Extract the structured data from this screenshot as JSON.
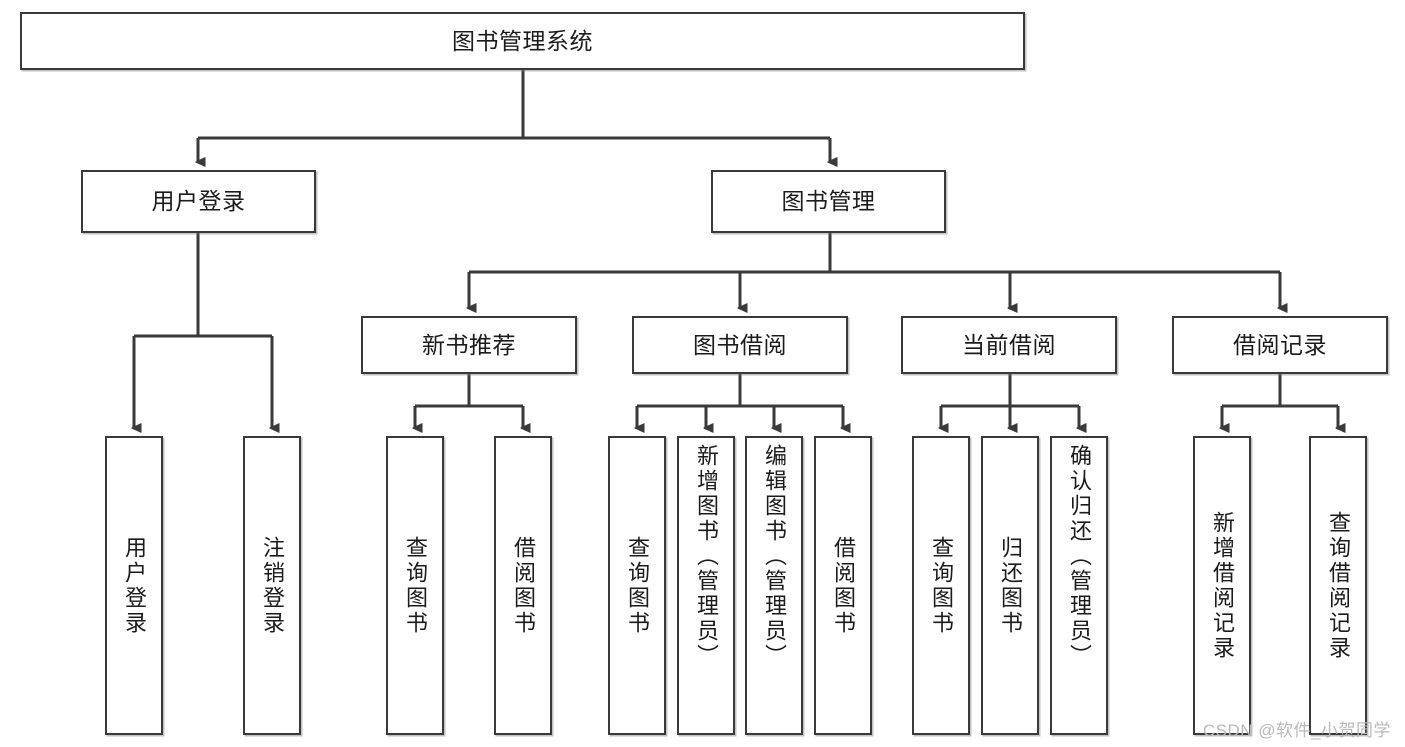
{
  "diagram": {
    "type": "tree",
    "title": "图书管理系统",
    "watermark": "CSDN @软件_小贺同学",
    "colors": {
      "box_border": "#3a3a3a",
      "box_fill": "#ffffff",
      "connector": "#3a3a3a",
      "text": "#1b1b1b",
      "watermark": "#b9b9b9"
    },
    "root": {
      "label": "图书管理系统",
      "orientation": "horizontal"
    },
    "level2": [
      {
        "label": "用户登录",
        "orientation": "horizontal"
      },
      {
        "label": "图书管理",
        "orientation": "horizontal"
      }
    ],
    "level3": [
      {
        "label": "新书推荐",
        "orientation": "horizontal"
      },
      {
        "label": "图书借阅",
        "orientation": "horizontal"
      },
      {
        "label": "当前借阅",
        "orientation": "horizontal"
      },
      {
        "label": "借阅记录",
        "orientation": "horizontal"
      }
    ],
    "leaves": {
      "user_login": [
        {
          "label": "用户登录",
          "orientation": "vertical"
        },
        {
          "label": "注销登录",
          "orientation": "vertical"
        }
      ],
      "new_book": [
        {
          "label": "查询图书",
          "orientation": "vertical"
        },
        {
          "label": "借阅图书",
          "orientation": "vertical"
        }
      ],
      "book_borrow": [
        {
          "label": "查询图书",
          "orientation": "vertical"
        },
        {
          "label": "新增图书（管理员）",
          "orientation": "vertical"
        },
        {
          "label": "编辑图书（管理员）",
          "orientation": "vertical"
        },
        {
          "label": "借阅图书",
          "orientation": "vertical"
        }
      ],
      "current_borrow": [
        {
          "label": "查询图书",
          "orientation": "vertical"
        },
        {
          "label": "归还图书",
          "orientation": "vertical"
        },
        {
          "label": "确认归还（管理员）",
          "orientation": "vertical"
        }
      ],
      "borrow_record": [
        {
          "label": "新增借阅记录",
          "orientation": "vertical"
        },
        {
          "label": "查询借阅记录",
          "orientation": "vertical"
        }
      ]
    }
  }
}
